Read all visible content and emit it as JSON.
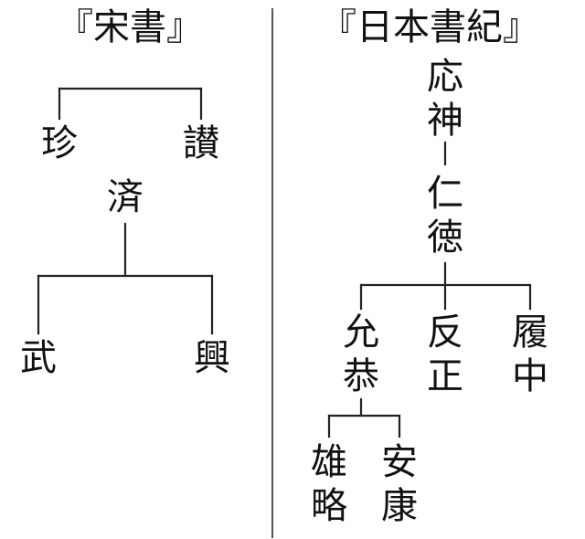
{
  "left": {
    "title": "『宋書』",
    "names": {
      "chin": "珍",
      "san": "讃",
      "sei": "済",
      "bu": "武",
      "kou": "興"
    }
  },
  "right": {
    "title": "『日本書紀』",
    "names": {
      "oujin": [
        "応",
        "神"
      ],
      "nintoku": [
        "仁",
        "徳"
      ],
      "ingyou": [
        "允",
        "恭"
      ],
      "hanzei": [
        "反",
        "正"
      ],
      "richuu": [
        "履",
        "中"
      ],
      "yuuryaku": [
        "雄",
        "略"
      ],
      "ankou": [
        "安",
        "康"
      ]
    }
  },
  "colors": {
    "line": "#222222",
    "text": "#111111",
    "divider": "#555555"
  }
}
